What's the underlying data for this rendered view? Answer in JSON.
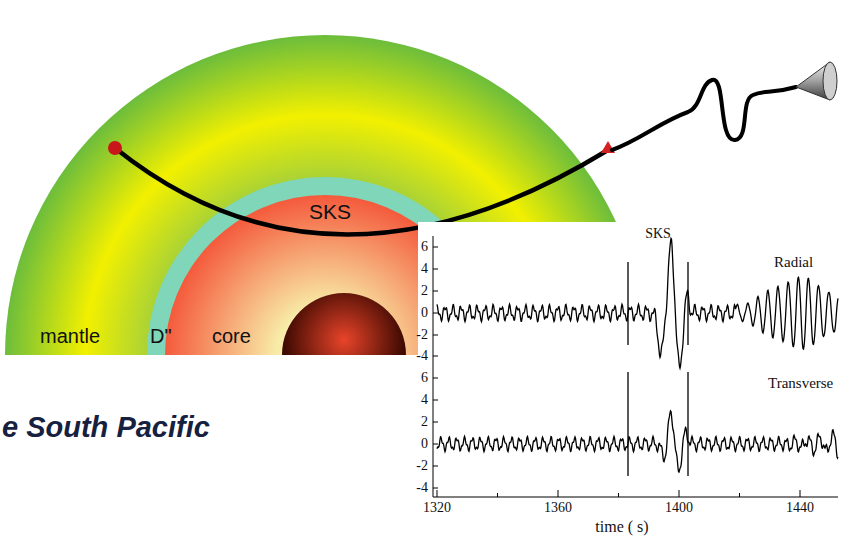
{
  "diagram": {
    "labels": [
      "SKS",
      "mantle",
      "D\"",
      "core",
      "SKS",
      "Radial",
      "6",
      "4",
      "2",
      "0",
      "-2",
      "-4",
      "Transverse",
      "6",
      "4",
      "2",
      "0",
      "-2",
      "-4",
      "1320",
      "1360",
      "1400",
      "1440",
      "time ( s)",
      "e South Pacific"
    ]
  }
}
